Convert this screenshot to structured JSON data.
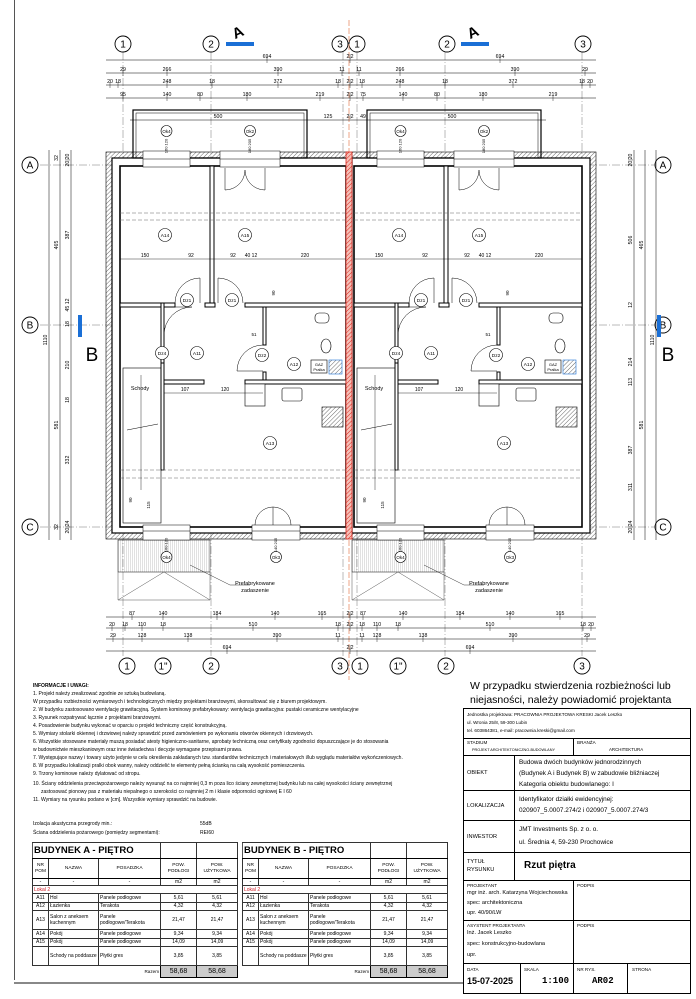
{
  "plan": {
    "axes_top": [
      "1",
      "2",
      "3",
      "1",
      "2",
      "3"
    ],
    "axes_bottom": [
      "1",
      "1\"",
      "2",
      "3",
      "1",
      "1\"",
      "2",
      "3"
    ],
    "axes_rows": [
      "A",
      "B",
      "C"
    ],
    "section_a": "A",
    "section_b": "B",
    "dims_top": [
      [
        "694",
        "2|2",
        "694"
      ],
      [
        "29",
        "266",
        "390",
        "11",
        "11",
        "266",
        "390",
        "29"
      ],
      [
        "20",
        "18",
        "248",
        "18",
        "372",
        "18",
        "2|2",
        "18",
        "248",
        "18",
        "372",
        "18",
        "20"
      ],
      [
        "95",
        "140",
        "80",
        "180",
        "219",
        "2|2",
        "75",
        "140",
        "80",
        "180",
        "219"
      ]
    ],
    "dims_balcony": [
      "500",
      "125",
      "2|2",
      "49",
      "500"
    ],
    "dims_bottom": [
      [
        "87",
        "140",
        "184",
        "140",
        "165",
        "2|2",
        "87",
        "140",
        "184",
        "140",
        "165"
      ],
      [
        "20",
        "18",
        "110",
        "18",
        "510",
        "18",
        "2|2",
        "18",
        "110",
        "18",
        "510",
        "18",
        "20"
      ],
      [
        "29",
        "128",
        "138",
        "390",
        "11",
        "11",
        "128",
        "138",
        "390",
        "29"
      ],
      [
        "694",
        "2|2",
        "694"
      ]
    ],
    "dims_left": [
      [
        [
          "1110"
        ]
      ],
      [
        [
          "32"
        ],
        [
          "465"
        ],
        [
          "581"
        ],
        [
          "32"
        ]
      ],
      [
        [
          "20|20"
        ],
        [
          "387"
        ],
        [
          "45 12"
        ],
        [
          "18"
        ],
        [
          "210"
        ],
        [
          "18"
        ],
        [
          "332"
        ],
        [
          "20|24"
        ]
      ]
    ],
    "dims_right": [
      [
        [
          "20|20"
        ],
        [
          "506"
        ],
        [
          "12"
        ],
        [
          "214"
        ],
        [
          "113"
        ],
        [
          "387"
        ],
        [
          "311"
        ],
        [
          "20|24"
        ]
      ],
      [
        [
          "465"
        ],
        [
          "581"
        ]
      ],
      [
        [
          "1110"
        ]
      ]
    ],
    "rooms": [
      "A14",
      "A15",
      "A11",
      "A12",
      "A13"
    ],
    "doors": [
      "Dz1",
      "Dz1",
      "Dz4",
      "Dz2"
    ],
    "windows_top": [
      {
        "tag": "Ok4",
        "size": "160 120"
      },
      {
        "tag": "Ok2",
        "size": "180 205"
      }
    ],
    "windows_bottom": [
      {
        "tag": "Ok4",
        "size": "160 120"
      },
      {
        "tag": "Ok3",
        "size": "140 205"
      }
    ],
    "inner_dims": [
      "150",
      "92",
      "92",
      "40 12",
      "220",
      "107",
      "120",
      "90",
      "51",
      "115",
      "90"
    ],
    "stairs": "Schody",
    "gas": "GAZ",
    "washer": "Pralka",
    "canopy_1": "Prefabrykowane",
    "canopy_2": "zadaszenie",
    "colors": {
      "section": "#1a6fd6",
      "party_wall": "#d8261c",
      "axis": "#777777"
    }
  },
  "notes": {
    "title": "INFORMACJE I UWAGI:",
    "lines": [
      "1. Projekt należy zrealizować zgodnie ze sztuką budowlaną.",
      "W przypadku rozbieżności wymiarowych i technologicznych między projektami branżowymi, skonsultować się z biurem projektowym.",
      "2. W budynku zastosowano wentylację grawitacyjną. System kominowy prefabrykowany: wentylacja grawitacyjna: pustaki ceramiczne wentylacyjne",
      "3. Rysunek rozpatrywać łącznie z projektami branżowymi.",
      "4. Posadowienie budynku wykonać w oparciu o projekt techniczny część konstrukcyjną.",
      "5. Wymiary stolarki okiennej i drzwiowej należy sprawdzić przed zamówieniem po wykonaniu otworów okiennych i drzwiowych.",
      "6. Wszystkie stosowane materiały muszą posiadać atesty higieniczno-sanitarne, aprobaty techniczną oraz certyfikaty zgodności dopuszczające je do stosowania",
      "w budownictwie mieszkaniowym oraz inne świadectwa i decyzje wymagane przepisami prawa.",
      "7. Występujące nazwy i towary użyto jedynie w celu określenia zakładanych tzw. standardów technicznych i materiałowych i/lub wyglądu materiałów wykończeniowych.",
      "8. W przypadku lokalizacji pralki obok wanny, należy oddzielić te elementy pełną ścianką na całą wysokość pomieszczenia.",
      "9. Trzony kominowe należy dylatować od stropu.",
      "10. Ściany oddzielenia przeciwpożarowego należy wysunąć na co najmniej 0,3 m poza lico ściany zewnętrznej budynku lub na całej wysokości ściany zewnętrznej",
      "zastosować pionowy pas z materiału niepalnego o szerokości co najmniej 2 m i klasie odporności ogniowej E I 60",
      "11. Wymiary na rysunku podano w [cm]. Wszystkie wymiary sprawdzić na budowie."
    ],
    "acoustic_label": "Izolacja akustyczna przegrody min.:",
    "acoustic_value": "55dB",
    "fire_label": "Ściana oddzielenia pożarowego (pomiędzy segmentami):",
    "fire_value": "REI60"
  },
  "tables": [
    {
      "title": "BUDYNEK A - PIĘTRO"
    },
    {
      "title": "BUDYNEK B - PIĘTRO"
    }
  ],
  "table_common": {
    "headers": [
      "NR POM",
      "NAZWA",
      "POSADZKA",
      "POW. PODŁOGI",
      "POW. UŻYTKOWA"
    ],
    "units": [
      "-",
      "-",
      "-",
      "m2",
      "m2"
    ],
    "group": "Lokal 2",
    "rows": [
      [
        "A11",
        "Hol",
        "Panele podłogowe",
        "5,61",
        "5,61"
      ],
      [
        "A12",
        "Łazienka",
        "Terakota",
        "4,32",
        "4,32"
      ],
      [
        "A13",
        "Salon z aneksem kuchennym",
        "Panele podłogowe/Terakota",
        "21,47",
        "21,47"
      ],
      [
        "A14",
        "Pokój",
        "Panele podłogowe",
        "9,34",
        "9,34"
      ],
      [
        "A15",
        "Pokój",
        "Panele podłogowe",
        "14,09",
        "14,09"
      ],
      [
        "",
        "Schody na poddasze",
        "Płytki gres",
        "3,85",
        "3,85"
      ]
    ],
    "total_label": "Razem",
    "total_floor": "58,68",
    "total_usable": "58,68"
  },
  "title_block": {
    "warning": "W przypadku stwierdzenia rozbieżności lub niejasności, należy powiadomić projektanta",
    "office_1": "Jednostka projektowa: PRACOWNIA PROJEKTOWA KRESKI Jacek Leszko",
    "office_2": "ul. Wronia 25/8, 59-300 Lubin",
    "office_3": "tel. 603864381, e-mail: pracownia.kreski@gmail.com",
    "stage_label": "STADIUM",
    "stage_value": "PROJEKT ARCHITEKTONICZNO-BUDOWLANY",
    "branch_label": "BRANŻA",
    "branch_value": "ARCHITEKTURA",
    "object_label": "OBIEKT",
    "object_1": "Budowa dwóch budynków jednorodzinnych",
    "object_2": "(Budynek A i Budynek B) w zabudowie bliźniaczej",
    "object_3": "Kategoria obiektu budowlanego: I",
    "location_label": "LOKALIZACJA",
    "location_1": "Identyfikator działki ewidencyjnej:",
    "location_2": "020907_5.0007.274/2 i 020907_5.0007.274/3",
    "investor_label": "INWESTOR",
    "investor_1": "JMT Investments Sp. z o. o.",
    "investor_2": "ul. Średnia 4, 59-230 Prochowice",
    "title_label_1": "TYTUŁ",
    "title_label_2": "RYSUNKU",
    "title_value": "Rzut piętra",
    "designer_label": "PROJEKTANT",
    "designer_1": "mgr inż. arch. Katarzyna Wojciechowska",
    "designer_2": "spec: architektoniczna",
    "designer_3": "upr. 40/90/LW",
    "sign_label": "PODPIS",
    "assistant_label": "ASYSTENT PROJEKTANTA",
    "assistant_1": "Inż. Jacek Leszko",
    "assistant_2": "spec: konstrukcyjno-budowlana",
    "assistant_3": "upr.",
    "date_label": "DATA",
    "date_value": "15-07-2025",
    "scale_label": "SKALA",
    "scale_value": "1:100",
    "drawing_no_label": "NR RYS.",
    "drawing_no_value": "AR02",
    "page_label": "STRONA"
  }
}
